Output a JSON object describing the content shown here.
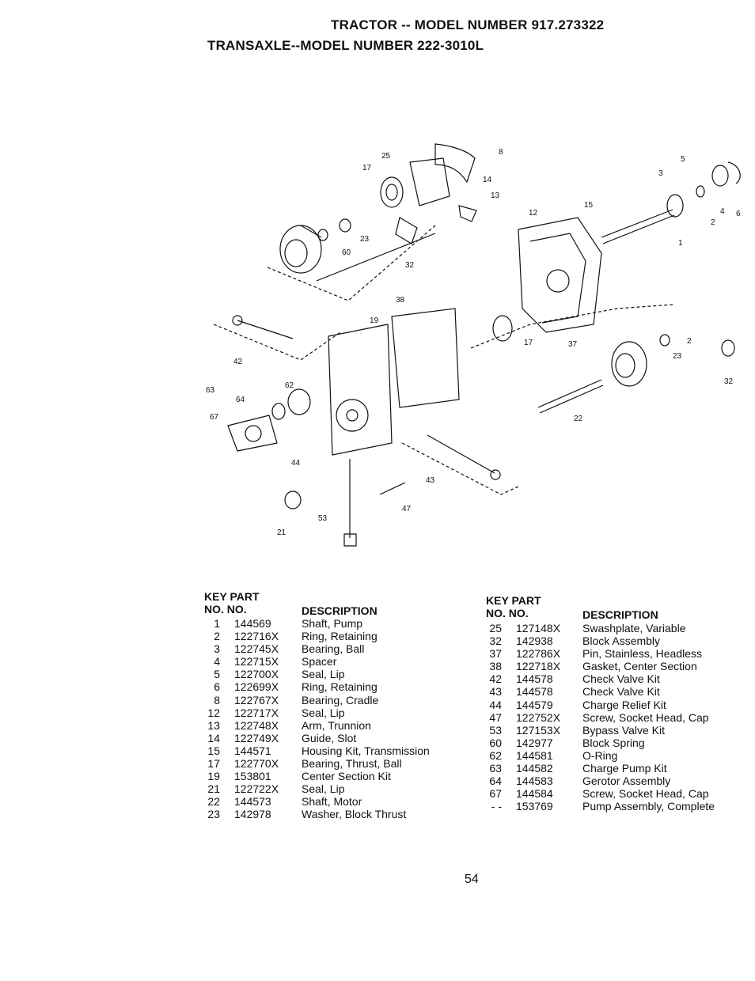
{
  "header": {
    "line1": "TRACTOR -- MODEL NUMBER 917.273322",
    "line2": "TRANSAXLE--MODEL NUMBER 222-3010L"
  },
  "diagram": {
    "callouts": [
      "25",
      "17",
      "8",
      "14",
      "13",
      "12",
      "15",
      "5",
      "3",
      "4",
      "2",
      "6",
      "1",
      "23",
      "60",
      "32",
      "38",
      "19",
      "42",
      "63",
      "62",
      "64",
      "67",
      "44",
      "21",
      "53",
      "47",
      "43",
      "17",
      "37",
      "2",
      "23",
      "32",
      "22"
    ]
  },
  "parts_left": {
    "header": {
      "key": "KEY",
      "part": "PART",
      "no1": "NO.",
      "no2": "NO.",
      "desc": "DESCRIPTION"
    },
    "rows": [
      {
        "key": "1",
        "part": "144569",
        "desc": "Shaft, Pump"
      },
      {
        "key": "2",
        "part": "122716X",
        "desc": "Ring, Retaining"
      },
      {
        "key": "3",
        "part": "122745X",
        "desc": "Bearing, Ball"
      },
      {
        "key": "4",
        "part": "122715X",
        "desc": "Spacer"
      },
      {
        "key": "5",
        "part": "122700X",
        "desc": "Seal, Lip"
      },
      {
        "key": "6",
        "part": "122699X",
        "desc": "Ring, Retaining"
      },
      {
        "key": "8",
        "part": "122767X",
        "desc": "Bearing, Cradle"
      },
      {
        "key": "12",
        "part": "122717X",
        "desc": "Seal, Lip"
      },
      {
        "key": "13",
        "part": "122748X",
        "desc": "Arm, Trunnion"
      },
      {
        "key": "14",
        "part": "122749X",
        "desc": "Guide, Slot"
      },
      {
        "key": "15",
        "part": "144571",
        "desc": "Housing Kit, Transmission"
      },
      {
        "key": "17",
        "part": "122770X",
        "desc": "Bearing, Thrust, Ball"
      },
      {
        "key": "19",
        "part": "153801",
        "desc": "Center Section Kit"
      },
      {
        "key": "21",
        "part": "122722X",
        "desc": "Seal, Lip"
      },
      {
        "key": "22",
        "part": "144573",
        "desc": "Shaft, Motor"
      },
      {
        "key": "23",
        "part": "142978",
        "desc": "Washer, Block Thrust"
      }
    ]
  },
  "parts_right": {
    "header": {
      "key": "KEY",
      "part": "PART",
      "no1": "NO.",
      "no2": "NO.",
      "desc": "DESCRIPTION"
    },
    "rows": [
      {
        "key": "25",
        "part": "127148X",
        "desc": "Swashplate, Variable"
      },
      {
        "key": "32",
        "part": "142938",
        "desc": "Block Assembly"
      },
      {
        "key": "37",
        "part": "122786X",
        "desc": "Pin, Stainless, Headless"
      },
      {
        "key": "38",
        "part": "122718X",
        "desc": "Gasket, Center Section"
      },
      {
        "key": "42",
        "part": "144578",
        "desc": "Check Valve Kit"
      },
      {
        "key": "43",
        "part": "144578",
        "desc": "Check Valve Kit"
      },
      {
        "key": "44",
        "part": "144579",
        "desc": "Charge Relief Kit"
      },
      {
        "key": "47",
        "part": "122752X",
        "desc": "Screw, Socket Head, Cap"
      },
      {
        "key": "53",
        "part": "127153X",
        "desc": "Bypass Valve Kit"
      },
      {
        "key": "60",
        "part": "142977",
        "desc": "Block Spring"
      },
      {
        "key": "62",
        "part": "144581",
        "desc": "O-Ring"
      },
      {
        "key": "63",
        "part": "144582",
        "desc": "Charge Pump Kit"
      },
      {
        "key": "64",
        "part": "144583",
        "desc": "Gerotor Assembly"
      },
      {
        "key": "67",
        "part": "144584",
        "desc": "Screw, Socket Head, Cap"
      },
      {
        "key": "- -",
        "part": "153769",
        "desc": "Pump Assembly, Complete"
      }
    ]
  },
  "footer": {
    "page_number": "54"
  }
}
